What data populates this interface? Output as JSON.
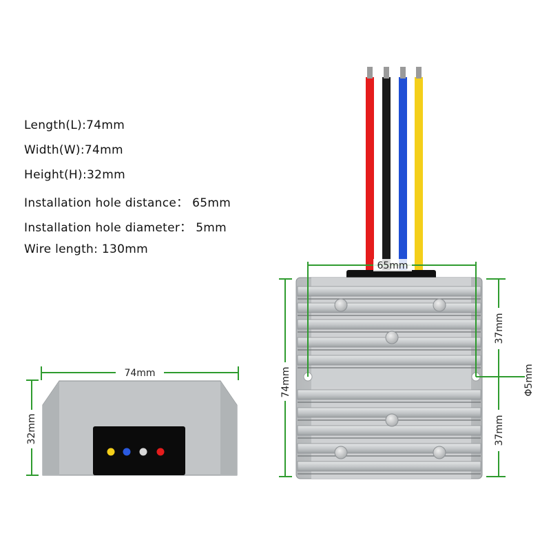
{
  "specs": {
    "length": "Length(L):74mm",
    "width": "Width(W):74mm",
    "height": "Height(H):32mm",
    "hole_distance": "Installation hole distance： 65mm",
    "hole_diameter": "Installation hole diameter： 5mm",
    "wire_length": "Wire length: 130mm"
  },
  "dimensions": {
    "side_width": "74mm",
    "side_height": "32mm",
    "top_hole_distance": "65mm",
    "top_height": "74mm",
    "top_half_upper": "37mm",
    "top_half_lower": "37mm",
    "hole_diameter": "Φ5mm"
  },
  "colors": {
    "dimension_line": "#2e9b2e",
    "housing": "#c4c7c9",
    "wire_red": "#e51c1c",
    "wire_black": "#1a1a1a",
    "wire_blue": "#1f4fd6",
    "wire_yellow": "#f4cf1a"
  }
}
